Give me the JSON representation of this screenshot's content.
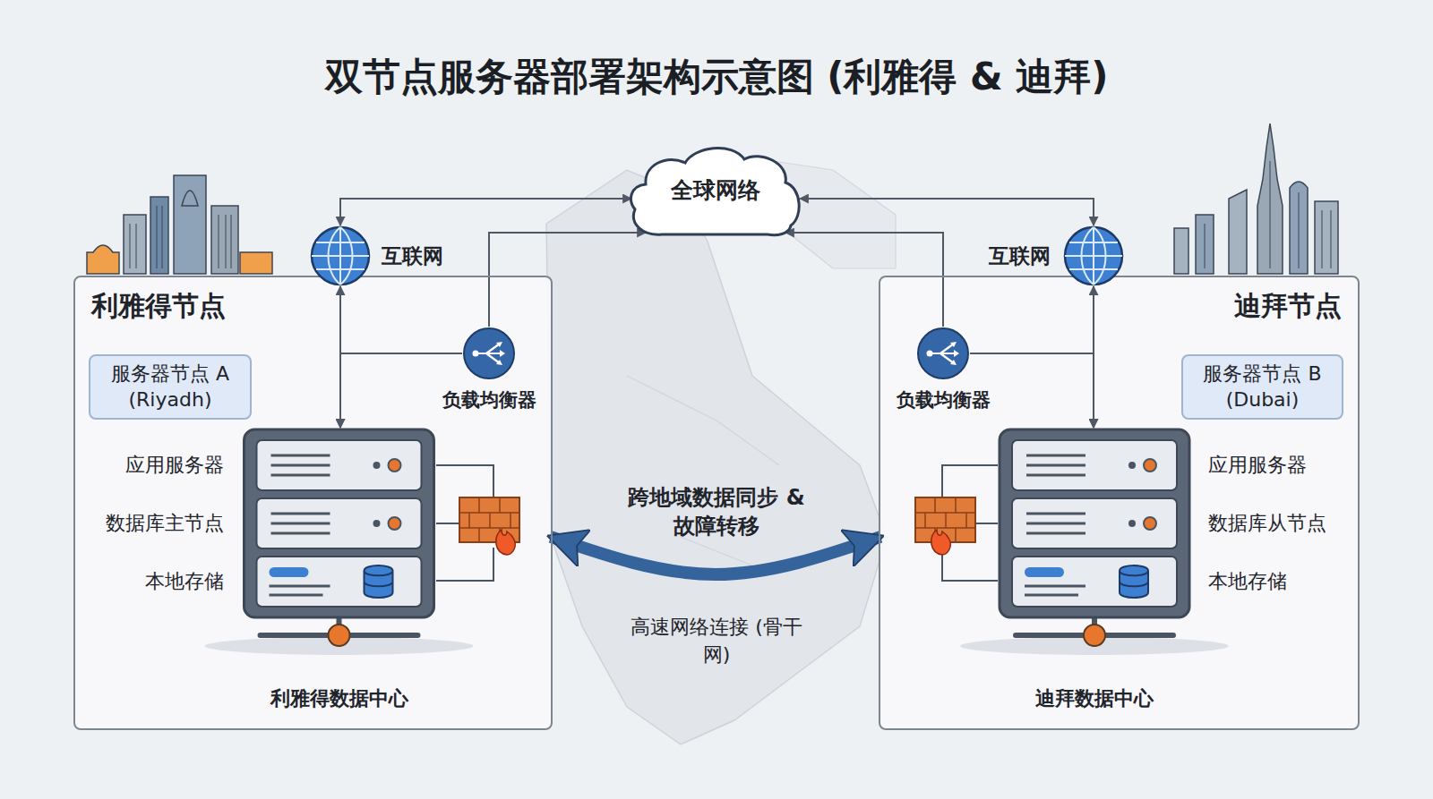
{
  "diagram": {
    "title": "双节点服务器部署架构示意图 (利雅得 & 迪拜)",
    "nodes": [
      {
        "text": [
          "全球网络"
        ]
      },
      {
        "text": [
          "互联网"
        ]
      },
      {
        "text": [
          "互联网"
        ]
      },
      {
        "text": [
          "利雅得节点"
        ]
      },
      {
        "text": [
          "服务器节点 A (Riyadh)"
        ],
        "in": 3
      },
      {
        "text": [
          "负载均衡器"
        ],
        "in": 3
      },
      {
        "text": [
          "应用服务器",
          "数据库主节点",
          "本地存储",
          "利雅得数据中心"
        ],
        "in": 3
      },
      {
        "text": [
          "迪拜节点"
        ]
      },
      {
        "text": [
          "服务器节点 B (Dubai)"
        ],
        "in": 7
      },
      {
        "text": [
          "负载均衡器"
        ],
        "in": 7
      },
      {
        "text": [
          "应用服务器",
          "数据库从节点",
          "本地存储",
          "迪拜数据中心"
        ],
        "in": 7
      }
    ],
    "edges": [
      {
        "from": 1,
        "to": 0,
        "arrow": "both"
      },
      {
        "from": 5,
        "to": 0,
        "arrow": "to"
      },
      {
        "from": 1,
        "to": 6,
        "arrow": "both"
      },
      {
        "from": 5,
        "to": 6,
        "arrow": "to"
      },
      {
        "from": 2,
        "to": 0,
        "arrow": "both"
      },
      {
        "from": 9,
        "to": 0,
        "arrow": "to"
      },
      {
        "from": 2,
        "to": 10,
        "arrow": "both"
      },
      {
        "from": 9,
        "to": 10,
        "arrow": "to"
      },
      {
        "from": 3,
        "to": 7,
        "label": "跨地域数据同步 & 故障转移",
        "arrow": "both"
      }
    ],
    "labels": [
      "高速网络连接 (骨干网)"
    ]
  }
}
